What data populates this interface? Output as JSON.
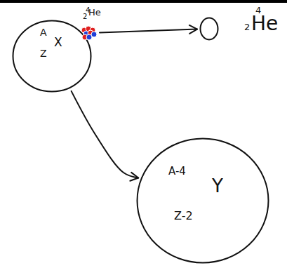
{
  "diagram": {
    "nodes": [
      {
        "text": [
          "A",
          "Z",
          "X"
        ]
      },
      {
        "text": [
          "4",
          "2",
          "He"
        ]
      },
      {
        "text": [
          "4",
          "2",
          "He"
        ]
      },
      {
        "text": [
          "A-4",
          "Z-2",
          "Y"
        ]
      }
    ],
    "edges": [
      {
        "from": 1,
        "to": 2,
        "arrow": "to"
      },
      {
        "from": 0,
        "to": 3,
        "arrow": "to"
      }
    ]
  }
}
